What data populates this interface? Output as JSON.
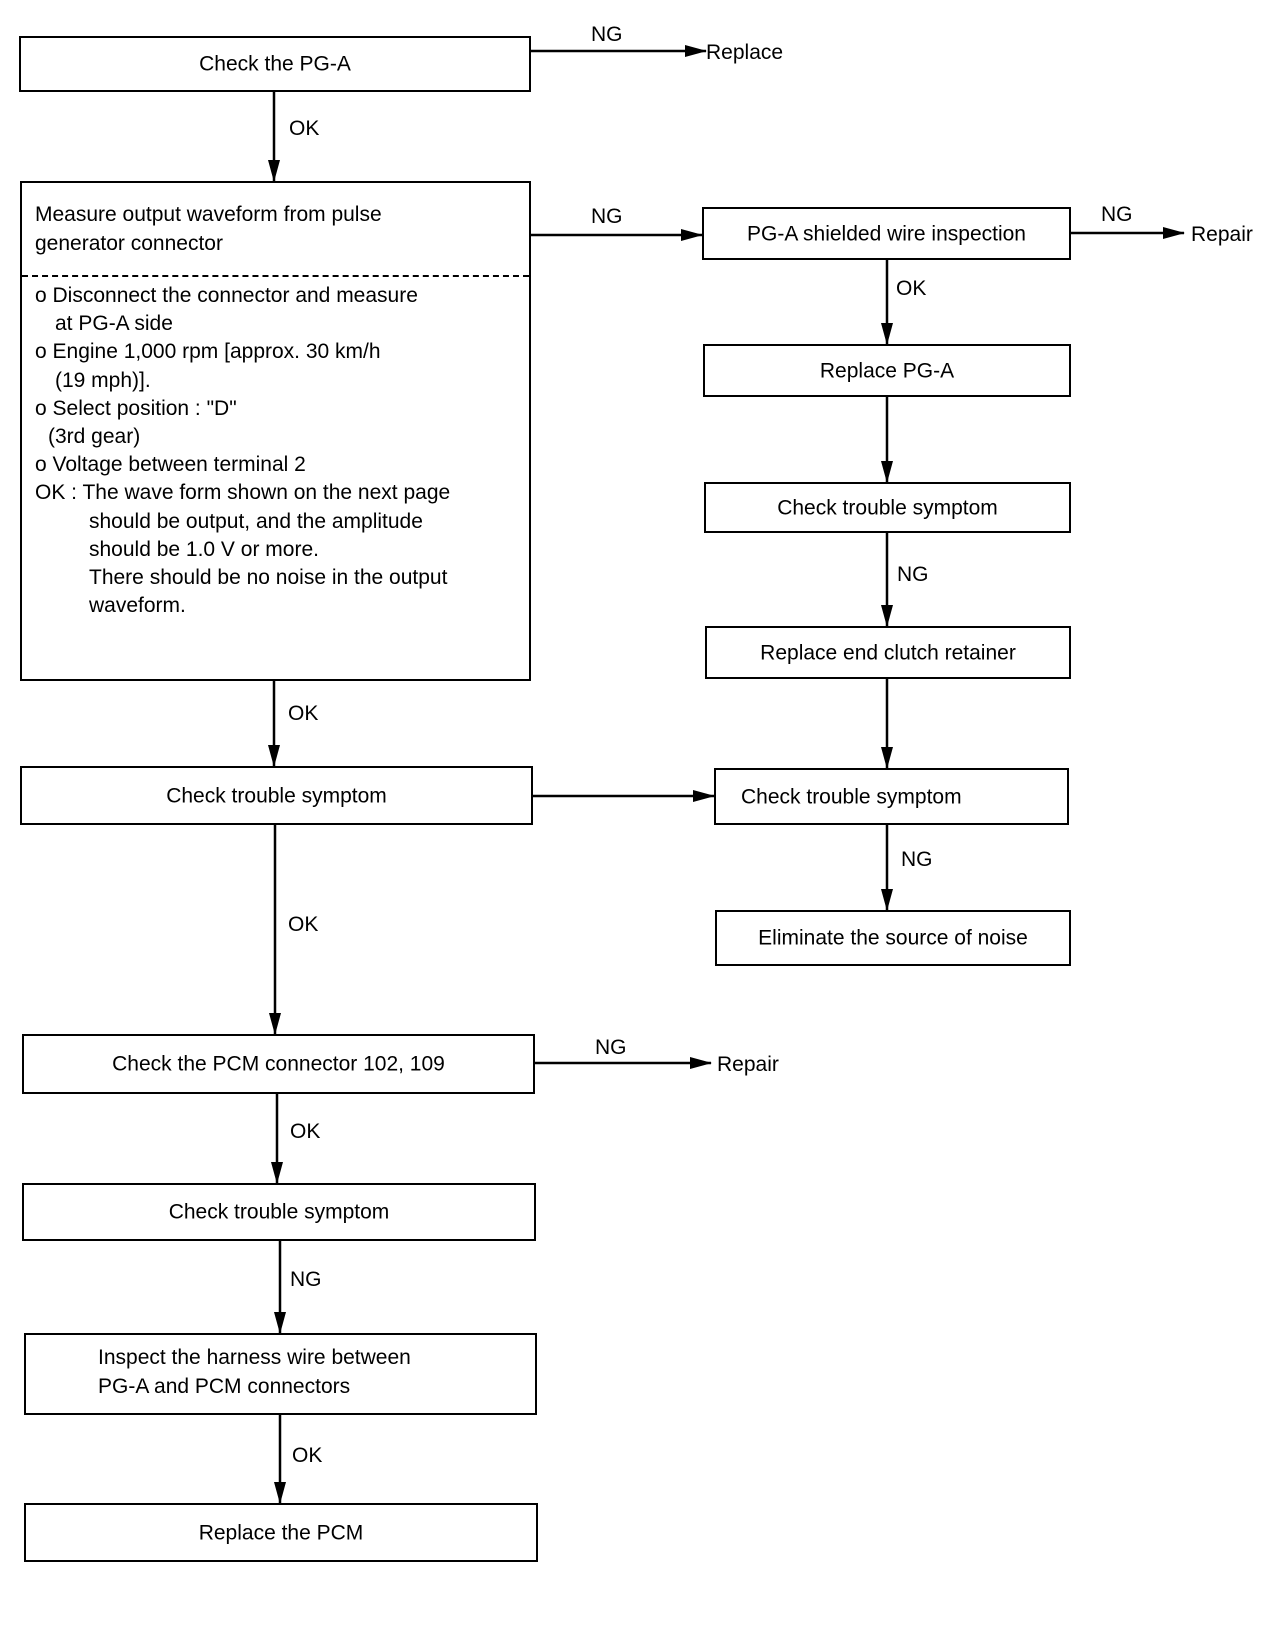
{
  "diagram": {
    "boxes": {
      "check_pga": "Check the PG-A",
      "measure_title_1": "Measure output waveform from pulse",
      "measure_title_2": "generator connector",
      "measure_notes": [
        "o Disconnect the connector and measure",
        "at PG-A side",
        "o Engine 1,000 rpm [approx. 30 km/h",
        "(19 mph)].",
        "o Select position : \"D\"",
        "(3rd gear)",
        "o Voltage between terminal 2",
        "OK : The wave form shown on the next page",
        "should be output, and the amplitude",
        "should be 1.0 V or more.",
        "There should be no noise in the output",
        "waveform."
      ],
      "shielded_wire": "PG-A shielded wire inspection",
      "replace_pga": "Replace PG-A",
      "check_trouble_r1": "Check trouble symptom",
      "replace_end_clutch": "Replace end clutch retainer",
      "check_trouble_r2": "Check trouble symptom",
      "eliminate_noise": "Eliminate the source of noise",
      "check_trouble_l1": "Check trouble symptom",
      "check_pcm_connector": "Check the PCM connector 102, 109",
      "check_trouble_l2": "Check trouble symptom",
      "inspect_harness_1": "Inspect the harness wire between",
      "inspect_harness_2": "PG-A and PCM connectors",
      "replace_pcm": "Replace the PCM"
    },
    "labels": {
      "ng": "NG",
      "ok": "OK",
      "replace": "Replace",
      "repair": "Repair"
    }
  }
}
